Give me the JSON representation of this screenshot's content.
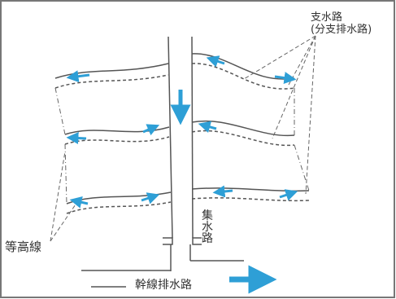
{
  "diagram": {
    "labels": {
      "branch_drains": [
        "支水路",
        "(分支排水路)"
      ],
      "collector": "集水路",
      "contour": "等高線",
      "main_drain": "幹線排水路"
    },
    "colors": {
      "arrow": "#2e9fd6",
      "line": "#555555",
      "frame": "#777777"
    }
  }
}
